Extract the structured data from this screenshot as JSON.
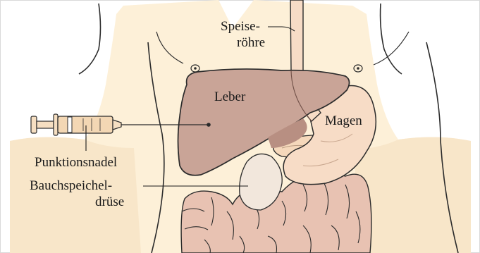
{
  "labels": {
    "esophagus_line1": "Speise-",
    "esophagus_line2": "röhre",
    "liver": "Leber",
    "stomach": "Magen",
    "needle_line1": "Punktionsnadel",
    "pancreas_line1": "Bauchspeichel-",
    "pancreas_line2": "drüse"
  },
  "colors": {
    "skin": "#fdf0d8",
    "skin_shade": "#f6e0bf",
    "liver": "#c9a497",
    "liver_shade": "#b88f82",
    "stomach": "#f7dcc6",
    "pancreas": "#f5d8bb",
    "intestine": "#e8c2b2",
    "gallbladder": "#f2e7dc",
    "syringe": "#f6dfc2",
    "outline": "#2b2b2b"
  }
}
